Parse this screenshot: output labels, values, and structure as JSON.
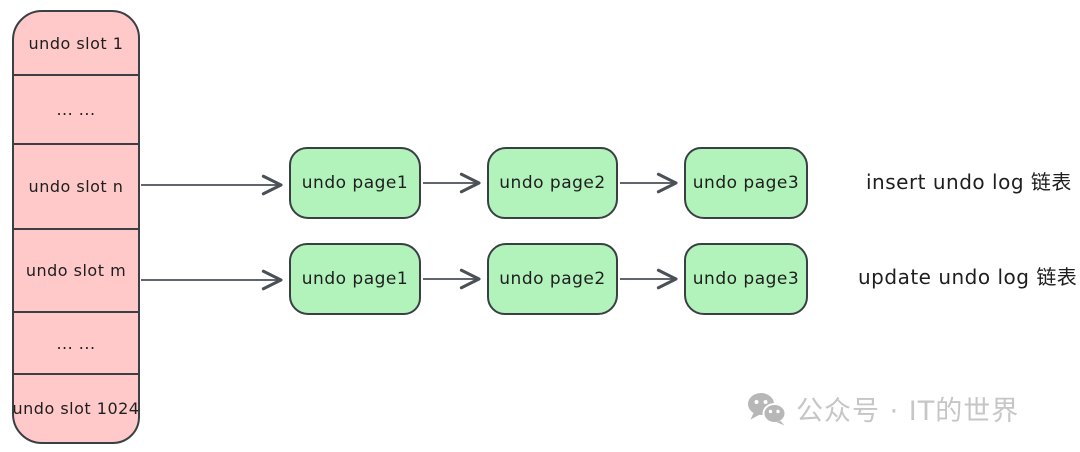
{
  "diagram": {
    "slot_stack": {
      "cells": [
        {
          "label": "undo slot 1"
        },
        {
          "label": "... ..."
        },
        {
          "label": "undo slot n"
        },
        {
          "label": "undo slot m"
        },
        {
          "label": "... ..."
        },
        {
          "label": "undo slot 1024"
        }
      ]
    },
    "chains": [
      {
        "from_slot": "undo slot n",
        "pages": [
          "undo page1",
          "undo page2",
          "undo page3"
        ],
        "label": "insert undo log 链表"
      },
      {
        "from_slot": "undo slot m",
        "pages": [
          "undo page1",
          "undo page2",
          "undo page3"
        ],
        "label": "update undo log 链表"
      }
    ],
    "colors": {
      "slot_fill": "#ffc9c9",
      "page_fill": "#b2f2bb",
      "stroke": "#3a3f44",
      "arrow": "#4a5056",
      "text": "#1e1e1e",
      "watermark": "#c6c6c6"
    }
  },
  "watermark": {
    "icon": "wechat-icon",
    "text": "公众号 · IT的世界"
  }
}
